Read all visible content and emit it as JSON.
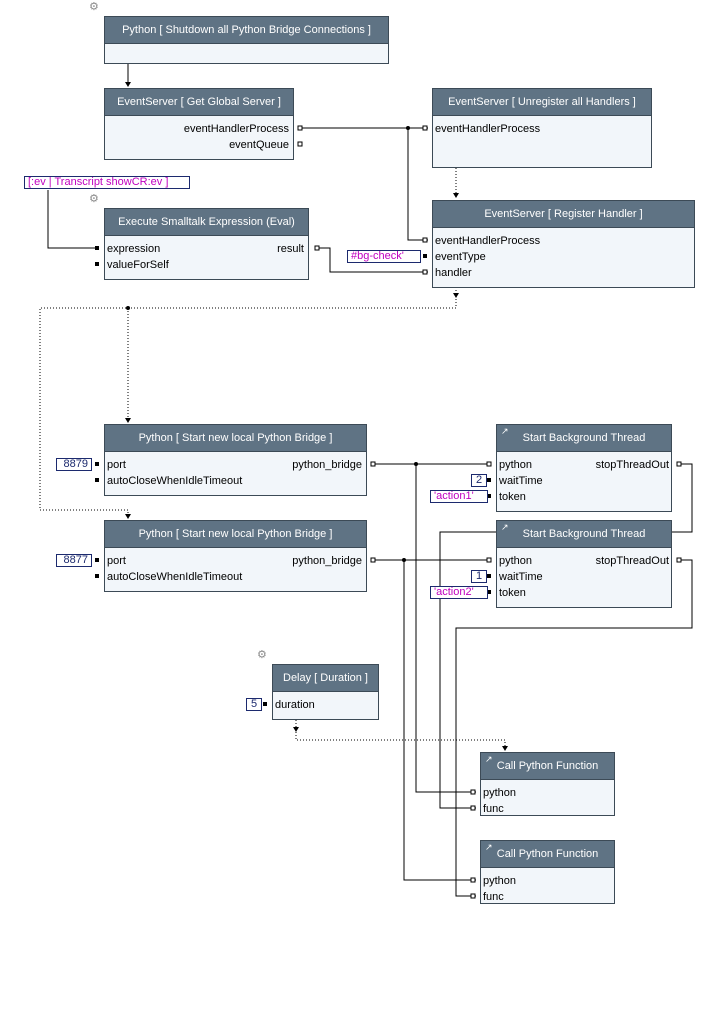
{
  "nodes": {
    "shutdown": {
      "title": "Python [ Shutdown all Python Bridge Connections ]"
    },
    "get_global_server": {
      "title": "EventServer [ Get Global Server ]",
      "out": [
        "eventHandlerProcess",
        "eventQueue"
      ]
    },
    "unregister": {
      "title": "EventServer [ Unregister all Handlers ]",
      "in": [
        "eventHandlerProcess"
      ]
    },
    "eval": {
      "title": "Execute Smalltalk Expression (Eval)",
      "in": [
        "expression",
        "valueForSelf"
      ],
      "out": [
        "result"
      ]
    },
    "register": {
      "title": "EventServer [ Register Handler ]",
      "in": [
        "eventHandlerProcess",
        "eventType",
        "handler"
      ]
    },
    "bridge1": {
      "title": "Python [ Start new local Python Bridge ]",
      "in": [
        "port",
        "autoCloseWhenIdleTimeout"
      ],
      "out": [
        "python_bridge"
      ]
    },
    "thread1": {
      "title": "Start Background Thread",
      "in": [
        "python",
        "waitTime",
        "token"
      ],
      "out": [
        "stopThreadOut"
      ]
    },
    "bridge2": {
      "title": "Python [ Start new local Python Bridge ]",
      "in": [
        "port",
        "autoCloseWhenIdleTimeout"
      ],
      "out": [
        "python_bridge"
      ]
    },
    "thread2": {
      "title": "Start Background Thread",
      "in": [
        "python",
        "waitTime",
        "token"
      ],
      "out": [
        "stopThreadOut"
      ]
    },
    "delay": {
      "title": "Delay [ Duration ]",
      "in": [
        "duration"
      ]
    },
    "call1": {
      "title": "Call Python Function",
      "in": [
        "python",
        "func"
      ]
    },
    "call2": {
      "title": "Call Python Function",
      "in": [
        "python",
        "func"
      ]
    }
  },
  "constants": {
    "block": "[:ev | Transcript showCR:ev ]",
    "event_type": "#bg-check'",
    "port1": "8879",
    "port2": "8877",
    "wait1": "2",
    "wait2": "1",
    "token1": "'action1'",
    "token2": "'action2'",
    "duration": "5"
  },
  "colors": {
    "header": "#5f7384",
    "body": "#f2f6fa",
    "symbol_text": "#c000c0",
    "number_text": "#1c2a6e"
  },
  "icons": [
    "gear-icon",
    "arrow-icon"
  ]
}
